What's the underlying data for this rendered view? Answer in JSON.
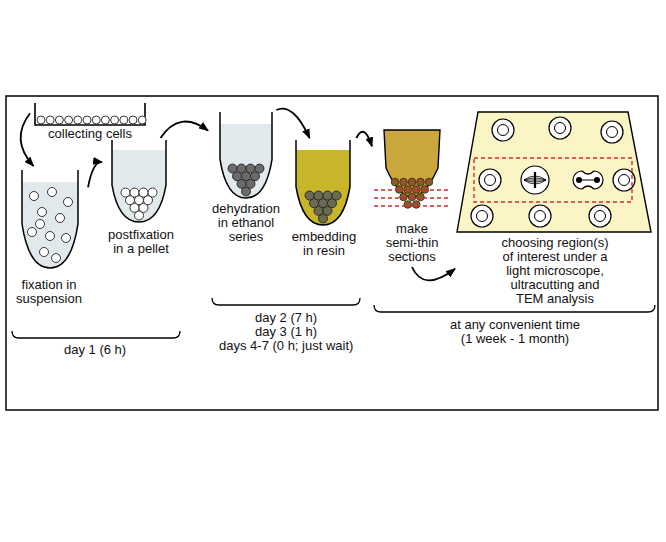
{
  "diagram": {
    "nodes": [
      {
        "text": [
          "collecting cells"
        ]
      },
      {
        "text": [
          "fixation in suspension"
        ]
      },
      {
        "text": [
          "postfixation in a pellet"
        ]
      },
      {
        "text": [
          "dehydration in ethanol series"
        ]
      },
      {
        "text": [
          "embedding in resin"
        ]
      },
      {
        "text": [
          "make semi-thin sections"
        ]
      },
      {
        "text": [
          "choosing region(s) of interest under a light microscope, ultracutting and TEM analysis"
        ]
      }
    ],
    "edges": [
      {
        "from": 0,
        "to": 1,
        "arrow": "to"
      },
      {
        "from": 1,
        "to": 2,
        "arrow": "to"
      },
      {
        "from": 2,
        "to": 3,
        "arrow": "to"
      },
      {
        "from": 3,
        "to": 4,
        "arrow": "to"
      },
      {
        "from": 4,
        "to": 5,
        "arrow": "to"
      },
      {
        "from": 5,
        "to": 6,
        "arrow": "to"
      }
    ],
    "labels": [
      "day 1 (6 h)",
      "day 2 (7 h)",
      "day 3 (1 h)",
      "days 4-7 (0 h; just wait)",
      "at any convenient time (1 week - 1 month)"
    ]
  }
}
